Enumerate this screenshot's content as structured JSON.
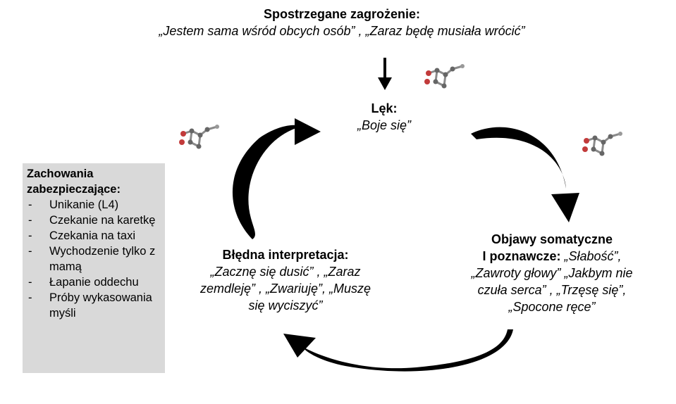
{
  "top": {
    "title": "Spostrzegane zagrożenie:",
    "quote": "„Jestem sama wśród obcych osób” , „Zaraz będę musiała wrócić”"
  },
  "lek": {
    "title": "Lęk:",
    "quote": "„Boje  się”"
  },
  "bledna": {
    "title": "Błędna interpretacja:",
    "line1": "„Zacznę się dusić” , „Zaraz",
    "line2": "zemdleję” , „Zwariuję”, „Muszę",
    "line3": "się wyciszyć”"
  },
  "objawy": {
    "title": "Objawy somatyczne",
    "line2_bold": "I poznawcze: ",
    "line2_ital": "„Słabość”,",
    "line3": "„Zawroty głowy” „Jakbym nie",
    "line4": "czuła serca” , „Trzęsę się”,",
    "line5": "„Spocone ręce”"
  },
  "safety": {
    "title_line1": "Zachowania",
    "title_line2": "zabezpieczające:",
    "items": [
      "Unikanie  (L4)",
      "Czekanie  na karetkę",
      "Czekania na taxi",
      "Wychodzenie tylko z mamą",
      "Łapanie oddechu",
      "Próby wykasowania myśli"
    ]
  },
  "colors": {
    "box_bg": "#d9d9d9",
    "arrow": "#000000",
    "molecule_red": "#c23b3b",
    "molecule_gray": "#8a8a8a"
  },
  "icons": [
    "molecule-icon",
    "molecule-icon",
    "molecule-icon"
  ]
}
